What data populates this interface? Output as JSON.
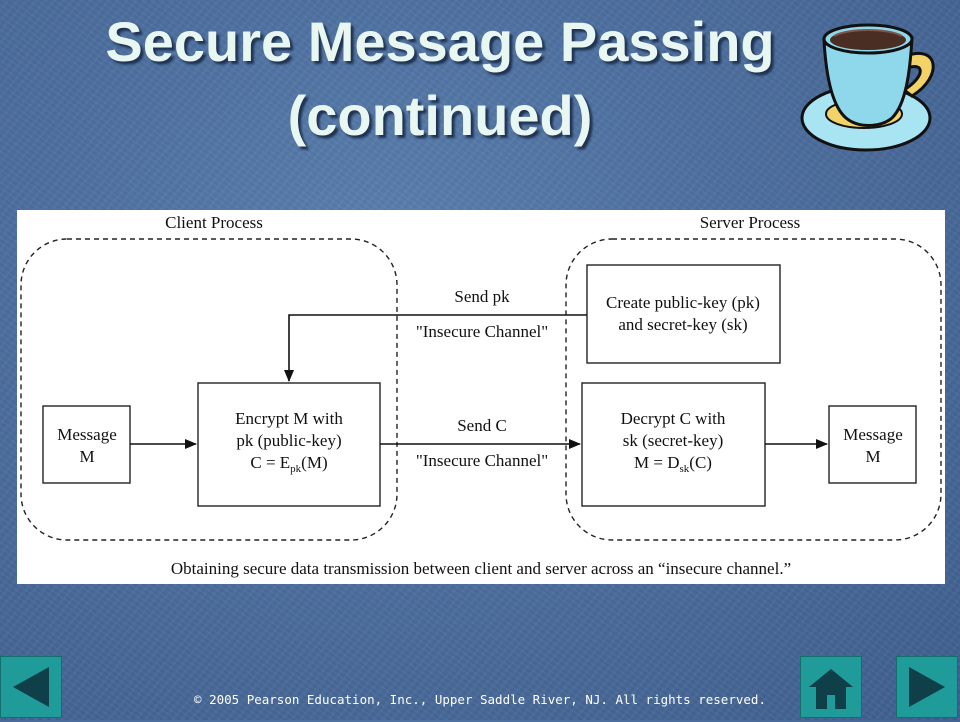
{
  "slide": {
    "title_line1": "Secure Message Passing",
    "title_line2": "(continued)",
    "copyright": "© 2005 Pearson Education, Inc., Upper Saddle River, NJ.  All rights reserved."
  },
  "diagram": {
    "client_label": "Client Process",
    "server_label": "Server Process",
    "message_left": [
      "Message",
      "M"
    ],
    "encrypt_box": [
      "Encrypt M with",
      "pk (public-key)"
    ],
    "encrypt_formula": {
      "lhs": "C = E",
      "sub": "pk",
      "rhs": "(M)"
    },
    "create_key_box": [
      "Create public-key (pk)",
      "and secret-key (sk)"
    ],
    "decrypt_box": [
      "Decrypt C with",
      "sk (secret-key)"
    ],
    "decrypt_formula": {
      "lhs": "M = D",
      "sub": "sk",
      "rhs": "(C)"
    },
    "message_right": [
      "Message",
      "M"
    ],
    "send_pk_label": "Send pk",
    "send_c_label": "Send C",
    "insecure_channel_label": "\"Insecure Channel\"",
    "caption": "Obtaining secure data transmission between client and server across an “insecure channel.”"
  },
  "nav": {
    "prev_icon": "left-triangle-icon",
    "home_icon": "home-icon",
    "next_icon": "right-triangle-icon"
  },
  "colors": {
    "nav_button": "#1f9c9a",
    "nav_glyph": "#0f3f49",
    "title_text": "#e9f7f3"
  }
}
